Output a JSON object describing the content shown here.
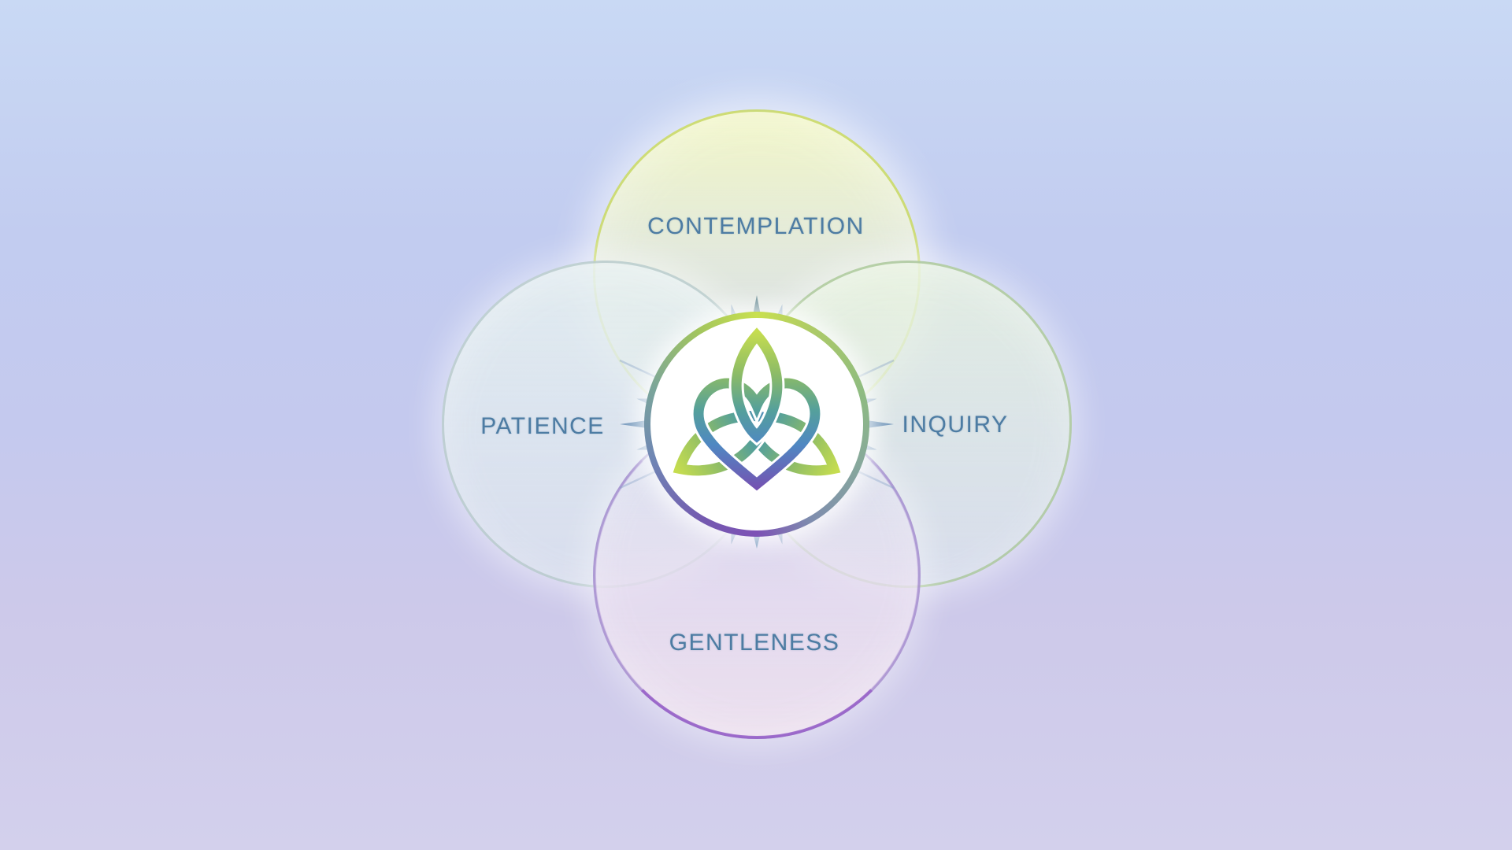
{
  "diagram": {
    "title_hint": "four-quality venn diagram with central trinity-heart knot emblem",
    "labels": {
      "top": "CONTEMPLATION",
      "left": "PATIENCE",
      "right": "INQUIRY",
      "bottom": "GENTLENESS"
    },
    "center_icon": "trinity-knot-heart-icon",
    "colors": {
      "label_text": "#4d7ca3",
      "background_top": "#c9d9f4",
      "background_bottom": "#d3d0ec",
      "circle_top_border": "#cad96c",
      "circle_left_border": "#b2c6c6",
      "circle_right_border": "#aac798",
      "circle_bottom_border": "#965fc8",
      "ring_top": "#c9e04f",
      "ring_bottom": "#7d52b5",
      "knot_gradient": [
        "#c6dd4f",
        "#8aba68",
        "#55a09b",
        "#4f88c2",
        "#7552b2"
      ]
    }
  }
}
